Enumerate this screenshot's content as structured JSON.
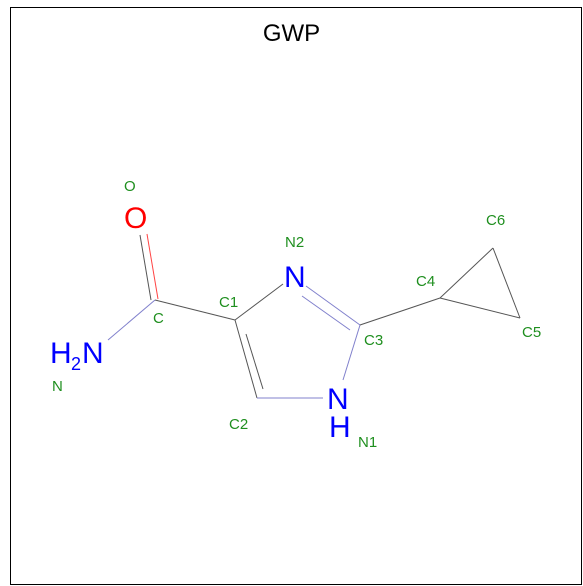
{
  "title": "GWP",
  "atoms": {
    "o": "O",
    "n2": "N",
    "nh2_h": "H",
    "nh2_sub": "2",
    "nh2_n": "N",
    "n1_n": "N",
    "n1_h": "H"
  },
  "labels": {
    "o": "O",
    "n2": "N2",
    "c1": "C1",
    "c": "C",
    "n": "N",
    "c2": "C2",
    "c3": "C3",
    "n1": "N1",
    "c4": "C4",
    "c5": "C5",
    "c6": "C6"
  },
  "colors": {
    "bond": "#555555",
    "nitrogen": "#0000ff",
    "oxygen": "#ff0000",
    "label": "#1f8f1f"
  }
}
